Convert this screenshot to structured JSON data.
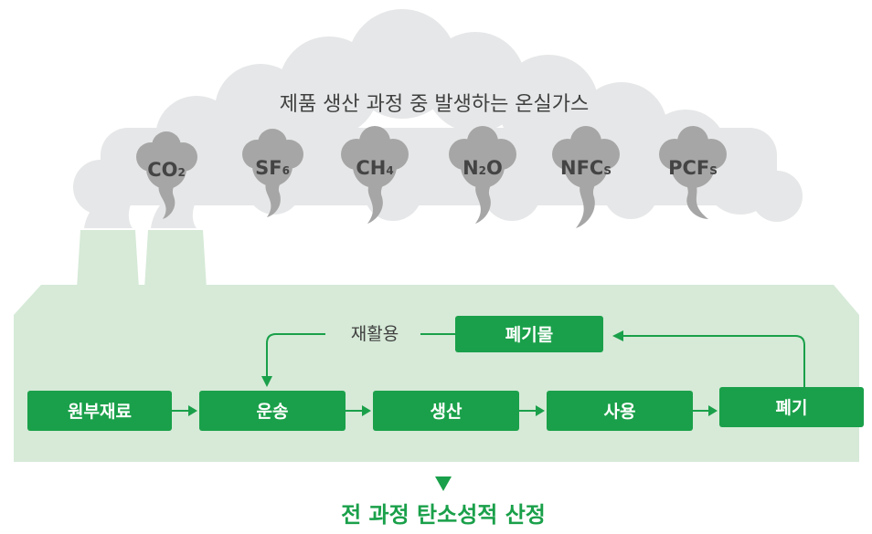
{
  "cloud_title": "제품 생산 과정 중 발생하는 온실가스",
  "gases": [
    {
      "main": "CO",
      "sub": "2"
    },
    {
      "main": "SF",
      "sub": "6"
    },
    {
      "main": "CH",
      "sub": "4"
    },
    {
      "main": "N",
      "sub": "2",
      "tail": "O"
    },
    {
      "main": "NFC",
      "sub": "S"
    },
    {
      "main": "PCF",
      "sub": "S"
    }
  ],
  "process": {
    "raw_material": "원부재료",
    "transport": "운송",
    "production": "생산",
    "use": "사용",
    "disposal": "폐기",
    "waste": "폐기물",
    "recycling": "재활용"
  },
  "conclusion": "전 과정 탄소성적 산정",
  "colors": {
    "cloud": "#e6e7e8",
    "smoke": "#a6a6a6",
    "factory": "#d6ead7",
    "box": "#1aa04a",
    "arrow": "#1aa04a",
    "title": "#404040",
    "conclusion": "#1aa04a"
  }
}
